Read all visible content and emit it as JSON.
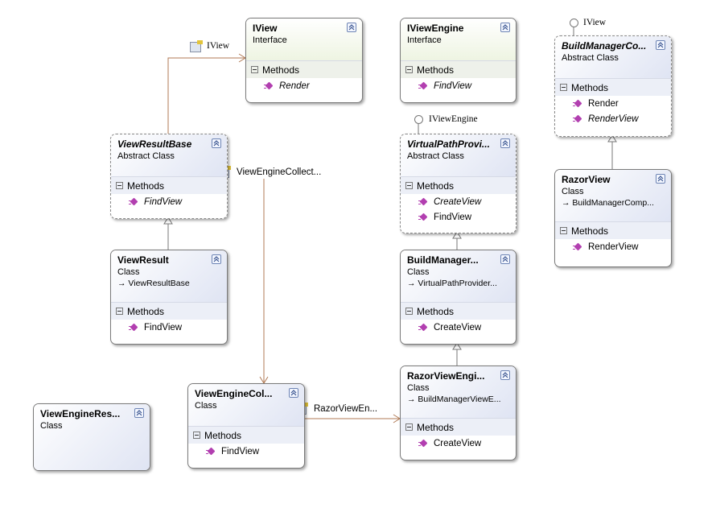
{
  "classes": [
    {
      "id": "iview",
      "name": "IView",
      "kind": "Interface",
      "abstract": false,
      "iface": true,
      "members": [
        {
          "name": "Render",
          "italic": true
        }
      ]
    },
    {
      "id": "iviewengine",
      "name": "IViewEngine",
      "kind": "Interface",
      "abstract": false,
      "iface": true,
      "members": [
        {
          "name": "FindView",
          "italic": true
        }
      ]
    },
    {
      "id": "buildmanagercompiledview",
      "name": "BuildManagerCo...",
      "kind": "Abstract Class",
      "abstract": true,
      "members": [
        {
          "name": "Render",
          "italic": false
        },
        {
          "name": "RenderView",
          "italic": true
        }
      ]
    },
    {
      "id": "viewresultbase",
      "name": "ViewResultBase",
      "kind": "Abstract Class",
      "abstract": true,
      "members": [
        {
          "name": "FindView",
          "italic": true
        }
      ]
    },
    {
      "id": "virtualpathprovider",
      "name": "VirtualPathProvi...",
      "kind": "Abstract Class",
      "abstract": true,
      "members": [
        {
          "name": "CreateView",
          "italic": true
        },
        {
          "name": "FindView",
          "italic": false
        }
      ]
    },
    {
      "id": "razorview",
      "name": "RazorView",
      "kind": "Class",
      "base": "BuildManagerComp...",
      "members": [
        {
          "name": "RenderView",
          "italic": false
        }
      ]
    },
    {
      "id": "viewresult",
      "name": "ViewResult",
      "kind": "Class",
      "base": "ViewResultBase",
      "members": [
        {
          "name": "FindView",
          "italic": false
        }
      ]
    },
    {
      "id": "buildmanagerviewengine",
      "name": "BuildManager...",
      "kind": "Class",
      "base": "VirtualPathProvider...",
      "members": [
        {
          "name": "CreateView",
          "italic": false
        }
      ]
    },
    {
      "id": "razorviewengine",
      "name": "RazorViewEngi...",
      "kind": "Class",
      "base": "BuildManagerViewE...",
      "members": [
        {
          "name": "CreateView",
          "italic": false
        }
      ]
    },
    {
      "id": "viewenginecollection",
      "name": "ViewEngineCol...",
      "kind": "Class",
      "members": [
        {
          "name": "FindView",
          "italic": false
        }
      ]
    },
    {
      "id": "viewengineresult",
      "name": "ViewEngineRes...",
      "kind": "Class",
      "members": null
    }
  ],
  "section_label": "Methods",
  "associations": [
    {
      "label": "IView"
    },
    {
      "label": "ViewEngineCollect..."
    },
    {
      "label": "RazorViewEn..."
    }
  ],
  "lollipops": [
    {
      "label": "IViewEngine"
    },
    {
      "label": "IView"
    }
  ]
}
